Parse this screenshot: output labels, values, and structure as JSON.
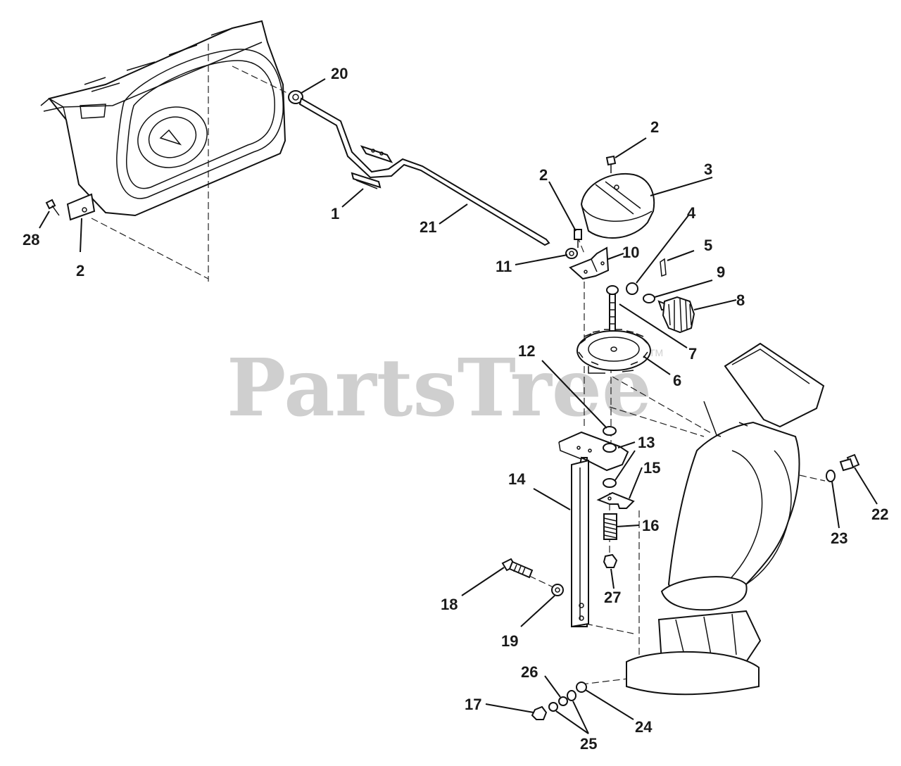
{
  "watermark": {
    "text": "PartsTree",
    "trademark": "TM"
  },
  "callouts": [
    {
      "id": "callout-1",
      "text": "1"
    },
    {
      "id": "callout-2-top",
      "text": "2"
    },
    {
      "id": "callout-2-mid",
      "text": "2"
    },
    {
      "id": "callout-2-left",
      "text": "2"
    },
    {
      "id": "callout-3",
      "text": "3"
    },
    {
      "id": "callout-4",
      "text": "4"
    },
    {
      "id": "callout-5",
      "text": "5"
    },
    {
      "id": "callout-6",
      "text": "6"
    },
    {
      "id": "callout-7",
      "text": "7"
    },
    {
      "id": "callout-8",
      "text": "8"
    },
    {
      "id": "callout-9",
      "text": "9"
    },
    {
      "id": "callout-10",
      "text": "10"
    },
    {
      "id": "callout-11",
      "text": "11"
    },
    {
      "id": "callout-12",
      "text": "12"
    },
    {
      "id": "callout-13",
      "text": "13"
    },
    {
      "id": "callout-14",
      "text": "14"
    },
    {
      "id": "callout-15",
      "text": "15"
    },
    {
      "id": "callout-16",
      "text": "16"
    },
    {
      "id": "callout-17",
      "text": "17"
    },
    {
      "id": "callout-18",
      "text": "18"
    },
    {
      "id": "callout-19",
      "text": "19"
    },
    {
      "id": "callout-20",
      "text": "20"
    },
    {
      "id": "callout-21",
      "text": "21"
    },
    {
      "id": "callout-22",
      "text": "22"
    },
    {
      "id": "callout-23",
      "text": "23"
    },
    {
      "id": "callout-24",
      "text": "24"
    },
    {
      "id": "callout-25",
      "text": "25"
    },
    {
      "id": "callout-26",
      "text": "26"
    },
    {
      "id": "callout-27",
      "text": "27"
    },
    {
      "id": "callout-28",
      "text": "28"
    }
  ]
}
